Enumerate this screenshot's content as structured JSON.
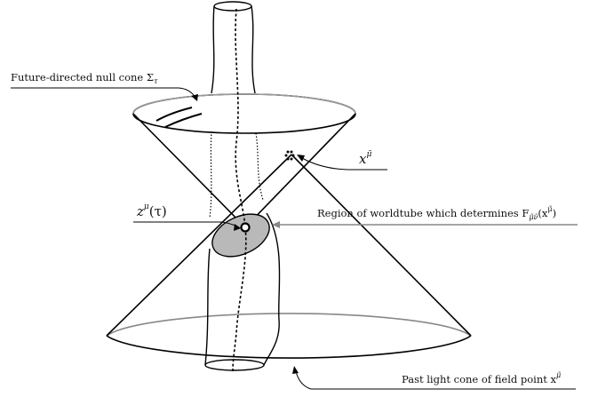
{
  "labels": {
    "future_cone": "Future-directed null cone Σ",
    "future_cone_sub": "τ",
    "field_point": "x",
    "field_point_sup": "μ̃",
    "worldline_point": "z",
    "worldline_point_sup": "μ",
    "worldline_point_arg": "(τ)",
    "region": "Region of worldtube which determines F",
    "region_sub": "μ̃ν̃",
    "region_arg_open": "(x",
    "region_arg_sup": "μ̃",
    "region_arg_close": ")",
    "past_cone": "Past light cone of field point x",
    "past_cone_sup": "μ̃"
  }
}
